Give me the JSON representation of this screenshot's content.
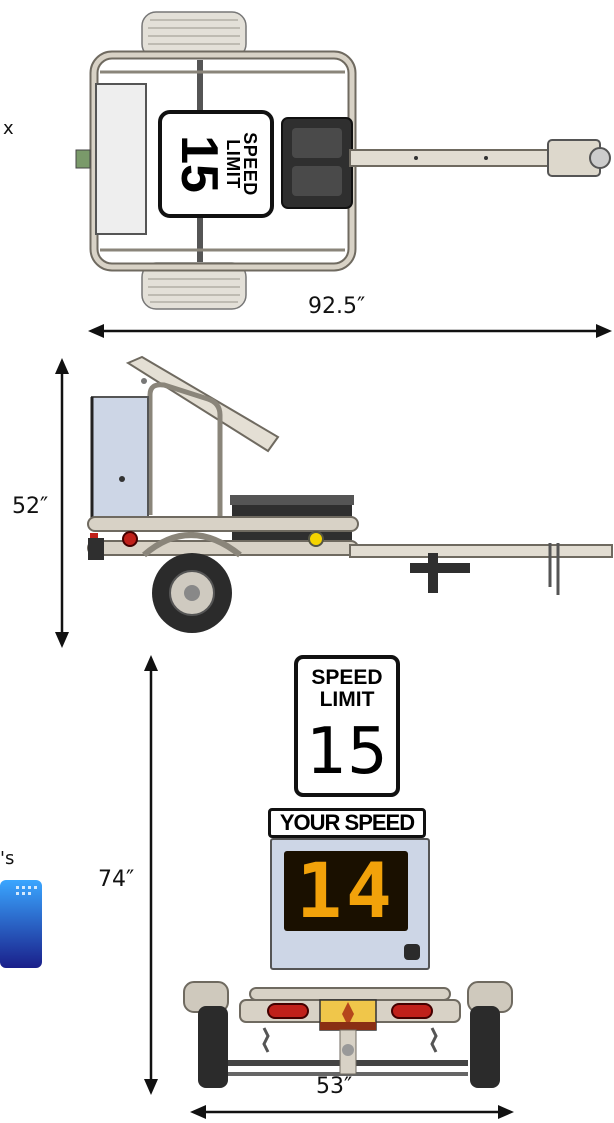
{
  "dimensions": {
    "length": "92.5″",
    "height_side": "52″",
    "height_front": "74″",
    "width": "53″"
  },
  "top_sign": {
    "line1": "SPEED",
    "line2": "LIMIT",
    "number": "15"
  },
  "front_sign": {
    "line1": "SPEED",
    "line2": "LIMIT",
    "number": "15"
  },
  "radar_display": {
    "banner": "YOUR SPEED",
    "reading": "14"
  },
  "edge_fragments": {
    "top_left": "x",
    "left_middle": "'s"
  },
  "colors": {
    "frame": "#c9c2b4",
    "frame_stroke": "#6f6a60",
    "tire": "#2b2b2b",
    "led_amber": "#f2a20a",
    "display_bg": "#1a1000",
    "cabinet": "#cdd6e6",
    "taillight": "#c0201a",
    "reflector_yellow": "#f5d400",
    "panel_blue": "#1d3fb0"
  }
}
